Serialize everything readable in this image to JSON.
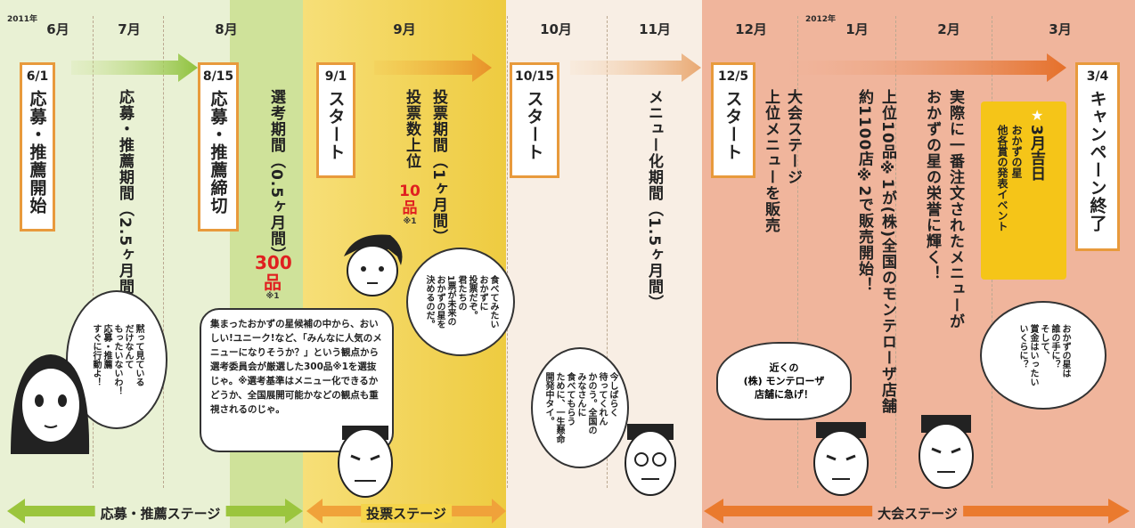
{
  "years": {
    "y2011": "2011年",
    "y2012": "2012年"
  },
  "months": [
    "6月",
    "7月",
    "8月",
    "9月",
    "10月",
    "11月",
    "12月",
    "1月",
    "2月",
    "3月"
  ],
  "colors": {
    "green_stage": "#e8f0d2",
    "yellow_stage": "#f5d44a",
    "cream_stage": "#f7ece1",
    "salmon_stage": "#efb29a",
    "box_border": "#e89a3c",
    "accent_red": "#e02020"
  },
  "boxes": [
    {
      "date": "6/1",
      "text": "応募・推薦開始"
    },
    {
      "date": "8/15",
      "text": "応募・推薦締切"
    },
    {
      "date": "9/1",
      "text": "スタート"
    },
    {
      "date": "10/15",
      "text": "スタート"
    },
    {
      "date": "12/5",
      "text": "スタート"
    },
    {
      "date": "3/4",
      "text": "キャンペーン終了"
    }
  ],
  "columns": {
    "c1": "応募・推薦期間（2.5ヶ月間）",
    "c2a": "選考期間（0.5ヶ月間）",
    "c2b_num": "300品",
    "c2b_note": "※1",
    "c3a": "投票期間（1ヶ月間）",
    "c3b": "投票数上位",
    "c3c_num": "10品",
    "c3c_note": "※1",
    "c4": "メニュー化期間（1.5ヶ月間）",
    "c5a": "大会ステージ",
    "c5b": "上位メニューを販売",
    "c6a": "上位10品※1が(株)全国のモンテローザ店舗",
    "c6b": "約1100店※2で販売開始！",
    "c7a": "実際に一番注文されたメニューが",
    "c7b": "おかずの星の栄誉に輝く！"
  },
  "event": {
    "star": "★",
    "date": "3月吉日",
    "line1": "おかずの星",
    "line2": "他各賞の発表イベント"
  },
  "bubbles": {
    "b1": "黙って見ている\nだけなんて\nもったいないわ！\n応募・推薦\nすぐに行動よ！",
    "b2": "食べてみたい\nおかずに\n投票だぞ。\n君たちの\n1票が未来の\nおかずの星を\n決めるのだ。",
    "b3": "今しばらく\n待ってくれん\nかのう。全国の\nみなさんに\n食べてもらう\nために、一生懸命\n開発中タイ。",
    "b4": "おかずの星は\n誰の手に？\nそして、\n賞金はいったい\nいくらに？",
    "b5": "近くの\n(株) モンテローザ\n店舗に急げ！",
    "rect": "集まったおかずの星候補の中から、おいしい!ユニーク!など、「みんなに人気のメニューになりそうか？」という観点から選考委員会が厳選した300品※1を選抜じゃ。※選考基準はメニュー化できるかどうか、全国展開可能かなどの観点も重視されるのじゃ。"
  },
  "stages": {
    "s1": "応募・推薦ステージ",
    "s2": "投票ステージ",
    "s3": "大会ステージ"
  },
  "icons": [
    "arrow-right",
    "double-arrow",
    "star-icon",
    "character-face"
  ]
}
